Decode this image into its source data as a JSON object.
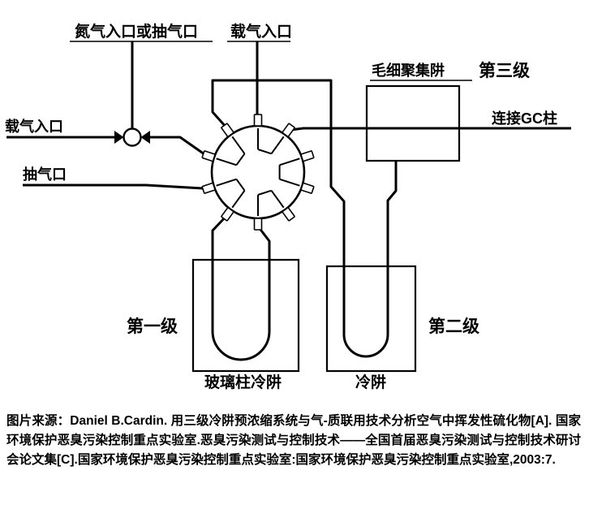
{
  "diagram": {
    "labels": {
      "nitrogen_or_pump_inlet": "氮气入口或抽气口",
      "carrier_gas_inlet_top": "载气入口",
      "carrier_gas_inlet_left": "载气入口",
      "pump_port": "抽气口",
      "capillary_trap": "毛细聚集阱",
      "connect_gc_column": "连接GC柱",
      "glass_column_cold_trap": "玻璃柱冷阱",
      "cold_trap": "冷阱"
    },
    "stages": {
      "first": "第一级",
      "second": "第二级",
      "third": "第三级"
    },
    "colors": {
      "stage_label": "#e60012",
      "line": "#000000"
    }
  },
  "caption": "图片来源：Daniel B.Cardin. 用三级冷阱预浓缩系统与气-质联用技术分析空气中挥发性硫化物[A]. 国家环境保护恶臭污染控制重点实验室.恶臭污染测试与控制技术——全国首届恶臭污染测试与控制技术研讨会论文集[C].国家环境保护恶臭污染控制重点实验室:国家环境保护恶臭污染控制重点实验室,2003:7."
}
